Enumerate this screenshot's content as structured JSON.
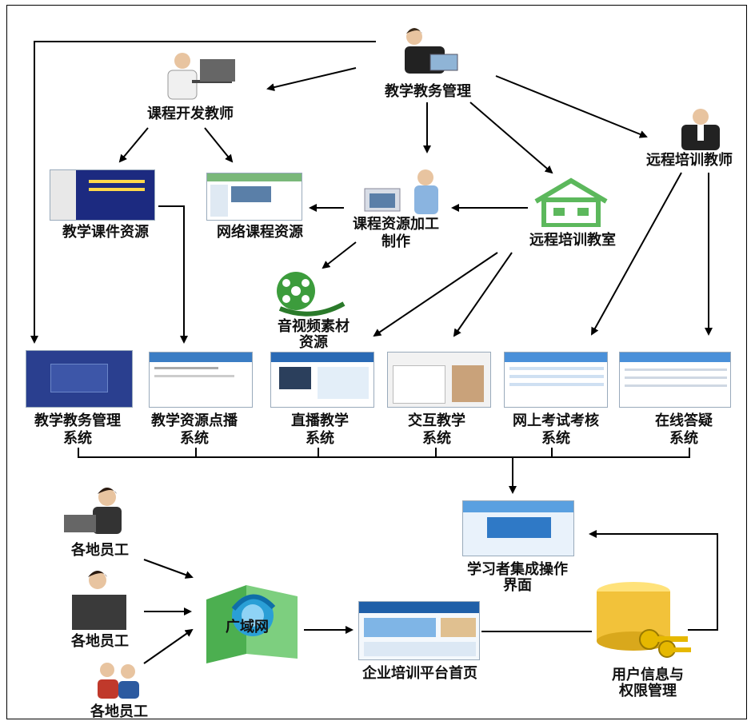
{
  "top": {
    "manager": "教学教务管理",
    "course_dev_teacher": "课程开发教师",
    "remote_teacher": "远程培训教师"
  },
  "resources": {
    "courseware": "教学课件资源",
    "online_course": "网络课程资源",
    "processing_line1": "课程资源加工",
    "processing_line2": "制作",
    "classroom": "远程培训教室",
    "av_line1": "音视频素材",
    "av_line2": "资源"
  },
  "systems": [
    {
      "line1": "教学教务管理",
      "line2": "系统"
    },
    {
      "line1": "教学资源点播",
      "line2": "系统"
    },
    {
      "line1": "直播教学",
      "line2": "系统"
    },
    {
      "line1": "交互教学",
      "line2": "系统"
    },
    {
      "line1": "网上考试考核",
      "line2": "系统"
    },
    {
      "line1": "在线答疑",
      "line2": "系统"
    }
  ],
  "bottom": {
    "learner_line1": "学习者集成操作",
    "learner_line2": "界面",
    "employee_1": "各地员工",
    "employee_2": "各地员工",
    "employee_3": "各地员工",
    "wan": "广域网",
    "portal": "企业培训平台首页",
    "userinfo_line1": "用户信息与",
    "userinfo_line2": "权限管理"
  },
  "colors": {
    "house": "#5cb85c",
    "wan_green": "#4caf50",
    "wan_blue": "#2a9fd6",
    "key_gold": "#e6b800",
    "film_green": "#3c9c3c"
  }
}
